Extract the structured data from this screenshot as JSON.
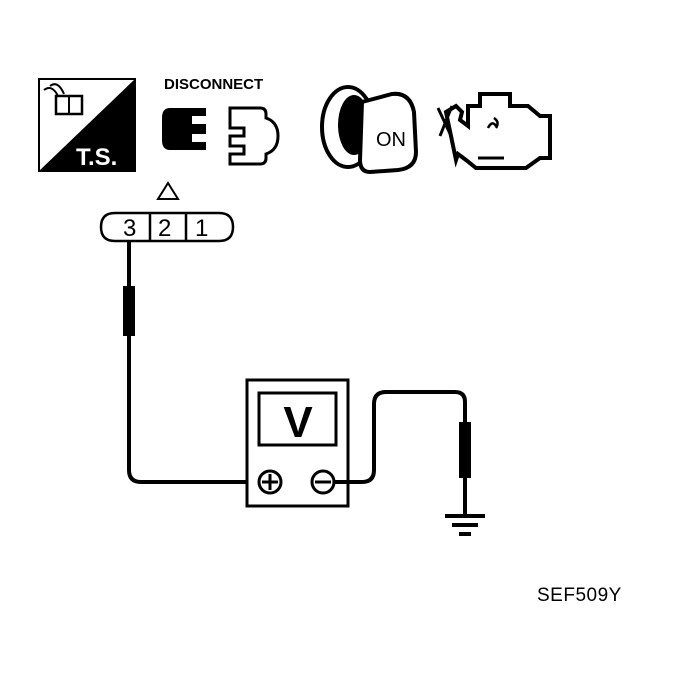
{
  "icons": {
    "ts_label": "T.S.",
    "disconnect_label": "DISCONNECT",
    "ignition_label": "ON"
  },
  "connector": {
    "pins": [
      "3",
      "2",
      "1"
    ]
  },
  "meter": {
    "unit": "V",
    "positive_terminal": "⊕",
    "negative_terminal": "⊖"
  },
  "figure_code": "SEF509Y"
}
